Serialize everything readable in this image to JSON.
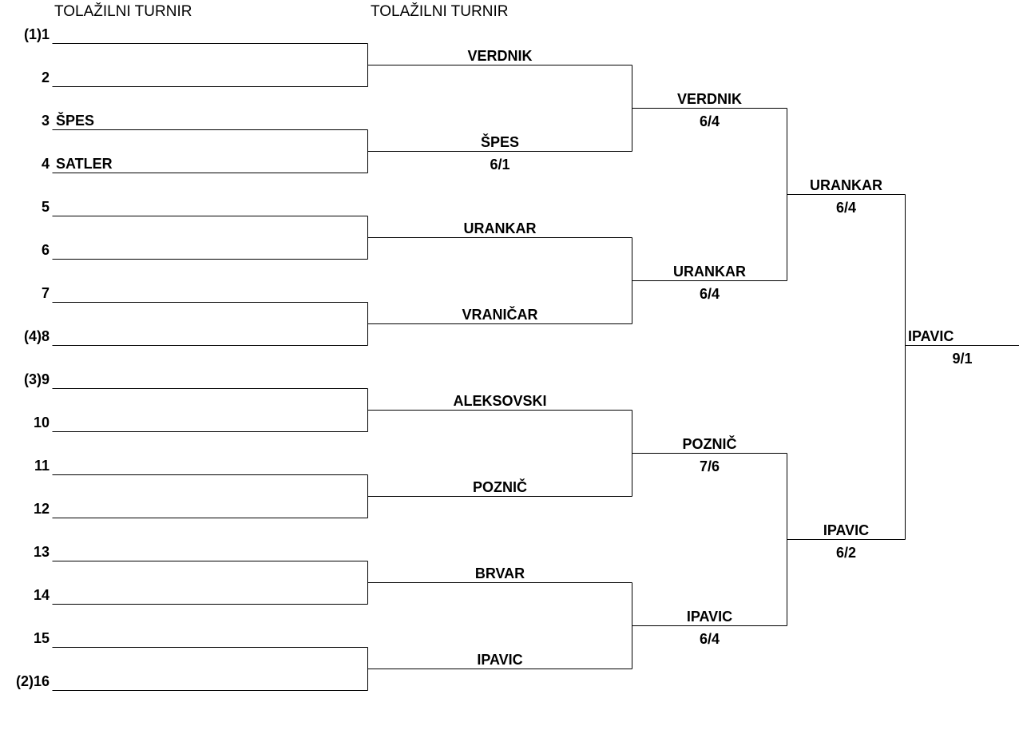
{
  "headers": [
    "TOLAŽILNI TURNIR",
    "TOLAŽILNI TURNIR"
  ],
  "round1": [
    {
      "seed": "(1)1",
      "name": ""
    },
    {
      "seed": "2",
      "name": ""
    },
    {
      "seed": "3",
      "name": "ŠPES"
    },
    {
      "seed": "4",
      "name": "SATLER"
    },
    {
      "seed": "5",
      "name": ""
    },
    {
      "seed": "6",
      "name": ""
    },
    {
      "seed": "7",
      "name": ""
    },
    {
      "seed": "(4)8",
      "name": ""
    },
    {
      "seed": "(3)9",
      "name": ""
    },
    {
      "seed": "10",
      "name": ""
    },
    {
      "seed": "11",
      "name": ""
    },
    {
      "seed": "12",
      "name": ""
    },
    {
      "seed": "13",
      "name": ""
    },
    {
      "seed": "14",
      "name": ""
    },
    {
      "seed": "15",
      "name": ""
    },
    {
      "seed": "(2)16",
      "name": ""
    }
  ],
  "round2": [
    {
      "name": "VERDNIK",
      "score": ""
    },
    {
      "name": "ŠPES",
      "score": "6/1"
    },
    {
      "name": "URANKAR",
      "score": ""
    },
    {
      "name": "VRANIČAR",
      "score": ""
    },
    {
      "name": "ALEKSOVSKI",
      "score": ""
    },
    {
      "name": "POZNIČ",
      "score": ""
    },
    {
      "name": "BRVAR",
      "score": ""
    },
    {
      "name": "IPAVIC",
      "score": ""
    }
  ],
  "round3": [
    {
      "name": "VERDNIK",
      "score": "6/4"
    },
    {
      "name": "URANKAR",
      "score": "6/4"
    },
    {
      "name": "POZNIČ",
      "score": "7/6"
    },
    {
      "name": "IPAVIC",
      "score": "6/4"
    }
  ],
  "round4": [
    {
      "name": "URANKAR",
      "score": "6/4"
    },
    {
      "name": "IPAVIC",
      "score": "6/2"
    }
  ],
  "winner": {
    "name": "IPAVIC",
    "score": "9/1"
  }
}
